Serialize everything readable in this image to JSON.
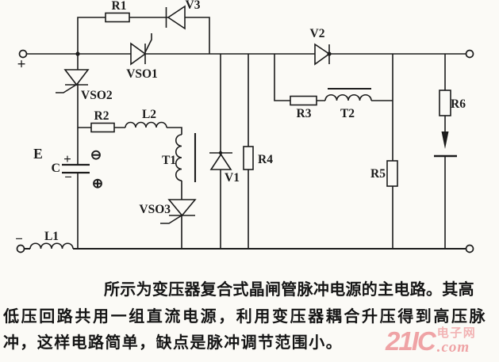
{
  "colors": {
    "ink": "#1c1c1c",
    "paper": "#fbfaf6",
    "watermark_pink": "#efa3a5"
  },
  "components": {
    "r1": "R1",
    "r2": "R2",
    "r3": "R3",
    "r4": "R4",
    "r5": "R5",
    "r6": "R6",
    "l1": "L1",
    "l2": "L2",
    "t1": "T1",
    "t2": "T2",
    "v1": "V1",
    "v2": "V2",
    "v3": "V3",
    "vso1": "VSO1",
    "vso2": "VSO2",
    "vso3": "VSO3",
    "c": "C",
    "e": "E",
    "plus_terminal": "+",
    "minus_terminal": "−",
    "cap_plus": "+",
    "cap_minus": "−",
    "circled_minus": "⊖",
    "circled_plus": "⊕"
  },
  "caption": {
    "line1": "所示为变压器复合式晶闸管脉冲电源的主电路。其高",
    "line2": "低压回路共用一组直流电源，利用变压器耦合升压得到高压脉",
    "line3": "冲，这样电路简单，缺点是脉冲调节范围小。"
  },
  "watermark": {
    "brand": "21IC",
    "cn": "电子网",
    "suffix": ".com"
  }
}
